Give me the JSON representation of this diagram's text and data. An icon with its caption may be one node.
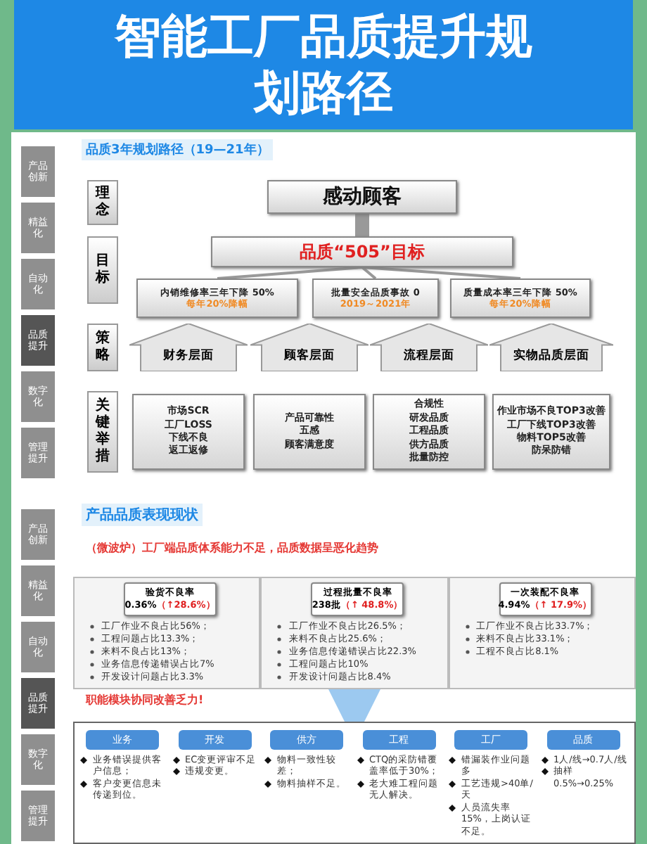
{
  "diagram": {
    "title": "智能工厂品质提升规划路径",
    "nodes": [
      {
        "text": [
          "产品创新"
        ]
      },
      {
        "text": [
          "精益化"
        ]
      },
      {
        "text": [
          "自动化"
        ]
      },
      {
        "text": [
          "品质提升"
        ]
      },
      {
        "text": [
          "数字化"
        ]
      },
      {
        "text": [
          "管理提升"
        ]
      },
      {
        "text": [
          "理念"
        ]
      },
      {
        "text": [
          "目标"
        ]
      },
      {
        "text": [
          "策略"
        ]
      },
      {
        "text": [
          "关键举措"
        ]
      },
      {
        "text": [
          "感动顾客"
        ]
      },
      {
        "text": [
          "品质“505”目标"
        ]
      },
      {
        "text": [
          "内销维修率三年下降 50%",
          "每年20%降幅"
        ]
      },
      {
        "text": [
          "批量安全品质事故 0",
          "2019～2021年"
        ]
      },
      {
        "text": [
          "质量成本率三年下降 50%",
          "每年20%降幅"
        ]
      },
      {
        "text": [
          "财务层面"
        ]
      },
      {
        "text": [
          "顾客层面"
        ]
      },
      {
        "text": [
          "流程层面"
        ]
      },
      {
        "text": [
          "实物品质层面"
        ]
      },
      {
        "text": [
          "市场SCR",
          "工厂LOSS",
          "下线不良",
          "返工返修"
        ]
      },
      {
        "text": [
          "产品可靠性",
          "五感",
          "顾客满意度"
        ]
      },
      {
        "text": [
          "合规性",
          "研发品质",
          "工程品质",
          "供方品质",
          "批量防控"
        ]
      },
      {
        "text": [
          "作业市场不良TOP3改善",
          "工厂下线TOP3改善",
          "物料TOP5改善",
          "防呆防错"
        ]
      },
      {
        "text": [
          "产品创新"
        ]
      },
      {
        "text": [
          "精益化"
        ]
      },
      {
        "text": [
          "自动化"
        ]
      },
      {
        "text": [
          "品质提升"
        ]
      },
      {
        "text": [
          "数字化"
        ]
      },
      {
        "text": [
          "管理提升"
        ]
      },
      {
        "text": [
          "工厂作业不良占比56%；",
          "工程问题占比13.3%；",
          "来料不良占比13%；",
          "业务信息传递错误占比7%",
          "开发设计问题占比3.3%"
        ]
      },
      {
        "text": [
          "验货不良率",
          "0.36%",
          "（↑28.6%）"
        ],
        "in": 29
      },
      {
        "text": [
          "工厂作业不良占比26.5%；",
          "来料不良占比25.6%；",
          "业务信息传递错误占比22.3%",
          "工程问题占比10%",
          "开发设计问题占比8.4%"
        ]
      },
      {
        "text": [
          "过程批量不良率",
          "238批",
          "（↑ 48.8%）"
        ],
        "in": 31
      },
      {
        "text": [
          "工厂作业不良占比33.7%；",
          "来料不良占比33.1%；",
          "工程不良占比8.1%"
        ]
      },
      {
        "text": [
          "一次装配不良率",
          "4.94%",
          "（↑ 17.9%）"
        ],
        "in": 33
      },
      {
        "text": [],
        "shape": "box"
      },
      {
        "text": [
          "业务"
        ],
        "in": 35,
        "beside": [
          "业务错误提供客户信息；",
          "客户变更信息未传递到位。"
        ]
      },
      {
        "text": [
          "开发"
        ],
        "in": 35,
        "beside": [
          "EC变更评审不足",
          "违规变更。"
        ]
      },
      {
        "text": [
          "供方"
        ],
        "in": 35,
        "beside": [
          "物料一致性较差；",
          "物料抽样不足。"
        ]
      },
      {
        "text": [
          "工程"
        ],
        "in": 35,
        "beside": [
          "CTQ的采防错覆盖率低于30%；",
          "老大难工程问题无人解决。"
        ]
      },
      {
        "text": [
          "工厂"
        ],
        "in": 35,
        "beside": [
          "错漏装作业问题多",
          "工艺违规>40单/天",
          "人员流失率15%，上岗认证不足。"
        ]
      },
      {
        "text": [
          "品质"
        ],
        "in": 35,
        "beside": [
          "1人/线→0.7人/线",
          "抽样0.5%→0.25%"
        ]
      }
    ],
    "edges": [
      {
        "from": 10,
        "to": 11,
        "arrow": "none",
        "style": "thick"
      },
      {
        "from": 11,
        "to": 12,
        "arrow": "none"
      },
      {
        "from": 11,
        "to": 13,
        "arrow": "none"
      },
      {
        "from": 11,
        "to": 14,
        "arrow": "none"
      },
      {
        "from": 31,
        "to": 35,
        "arrow": "to",
        "style": "thick"
      }
    ],
    "labels": [
      "品质3年规划路径（19—21年）",
      "产品品质表现现状",
      "（微波炉）工厂端品质体系能力不足，品质数据呈恶化趋势",
      "职能模块协同改善乏力!"
    ]
  }
}
